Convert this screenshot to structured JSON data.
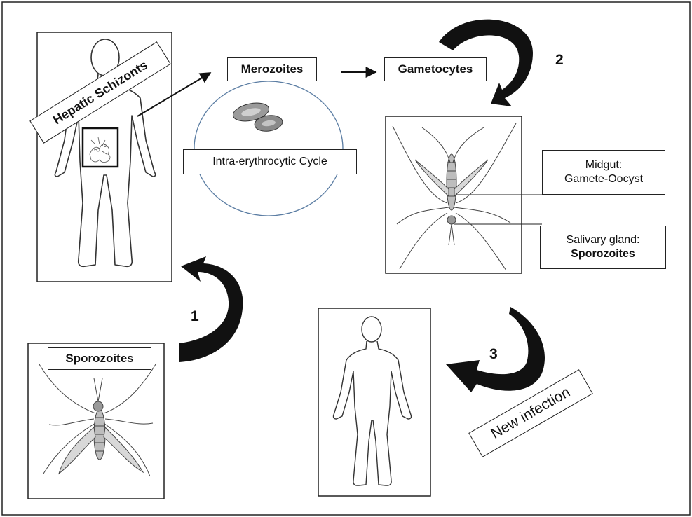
{
  "labels": {
    "hepatic_schizonts": "Hepatic Schizonts",
    "merozoites": "Merozoites",
    "gametocytes": "Gametocytes",
    "intra_erythrocytic_cycle": "Intra-erythrocytic Cycle",
    "midgut_line1": "Midgut:",
    "midgut_line2": "Gamete-Oocyst",
    "salivary_line1": "Salivary gland:",
    "salivary_line2": "Sporozoites",
    "sporozoites": "Sporozoites",
    "new_infection": "New infection"
  },
  "steps": {
    "one": "1",
    "two": "2",
    "three": "3"
  }
}
